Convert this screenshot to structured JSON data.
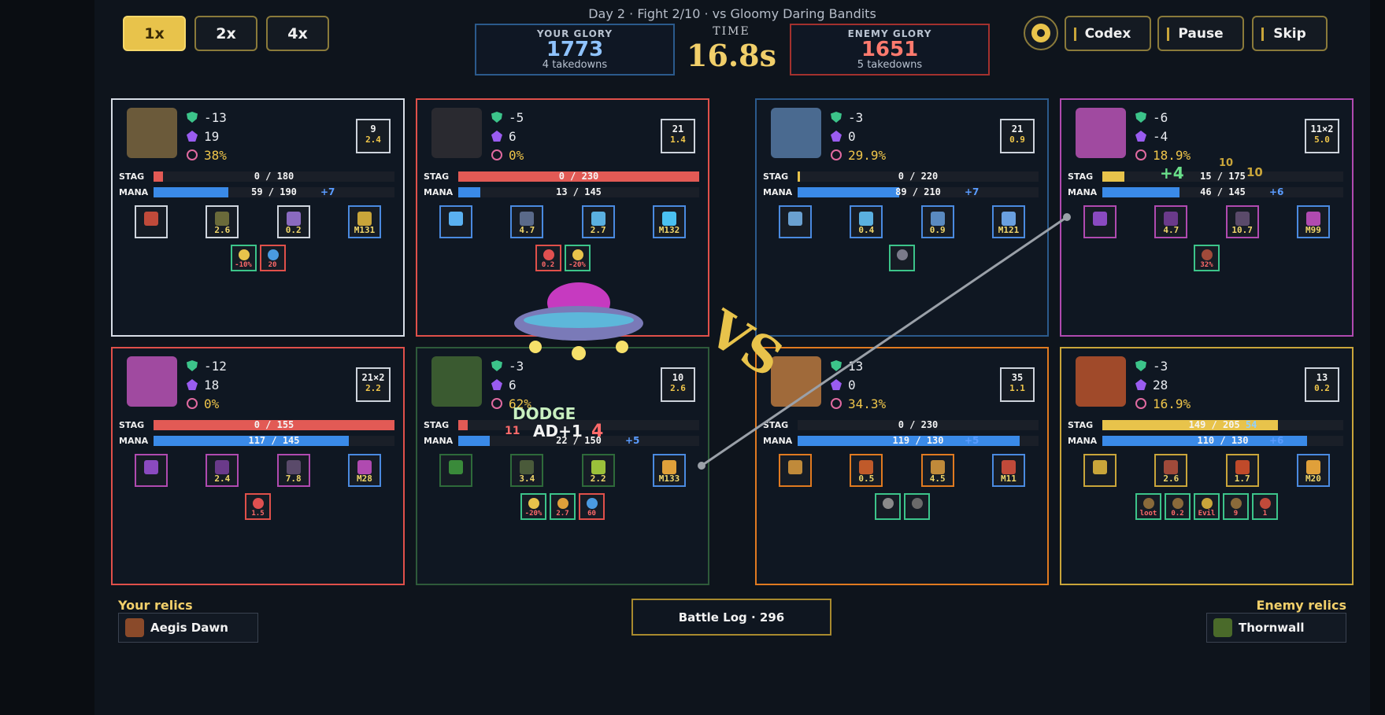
{
  "speed": {
    "options": [
      "1x",
      "2x",
      "4x"
    ],
    "active": "1x"
  },
  "header": {
    "fight_title": "Day 2  ·  Fight 2/10  ·  vs Gloomy Daring Bandits",
    "your_glory": {
      "label": "YOUR GLORY",
      "value": "1773",
      "sub": "4 takedowns"
    },
    "enemy_glory": {
      "label": "ENEMY GLORY",
      "value": "1651",
      "sub": "5 takedowns"
    },
    "time_label": "TIME",
    "time_value": "16.8s",
    "buttons": {
      "codex": "Codex",
      "pause": "Pause",
      "skip": "Skip"
    }
  },
  "units": [
    {
      "id": "ally-1",
      "border": "#d7dde6",
      "portrait": "#6b5a3a",
      "armor": "-13",
      "mr": "19",
      "crit": "38%",
      "weapon_top": "9",
      "weapon_bot": "2.4",
      "stag": {
        "text": "0 / 180",
        "fill": 0.04,
        "color": "#e25a55"
      },
      "mana": {
        "text": "59 / 190",
        "fill": 0.31,
        "regen": "+7"
      },
      "items": [
        {
          "label": "",
          "border": "#cfd5de",
          "glyph": "#c04a3a"
        },
        {
          "label": "2.6",
          "border": "#cfd5de",
          "glyph": "#6a6a3a"
        },
        {
          "label": "0.2",
          "border": "#cfd5de",
          "glyph": "#8a6ac0"
        },
        {
          "label": "M131",
          "border": "#4a8ae0",
          "glyph": "#c9a53a"
        }
      ],
      "buffs": [
        {
          "label": "-10%",
          "cls": "green",
          "glyph": "#e8c34b"
        },
        {
          "label": "20",
          "cls": "red",
          "glyph": "#4a9ae0"
        }
      ]
    },
    {
      "id": "ally-2",
      "border": "#e0504a",
      "portrait": "#2a2a30",
      "armor": "-5",
      "mr": "6",
      "crit": "0%",
      "weapon_top": "21",
      "weapon_bot": "1.4",
      "stag": {
        "text": "0 / 230",
        "fill": 1.0,
        "color": "#e25a55"
      },
      "mana": {
        "text": "13 / 145",
        "fill": 0.09,
        "regen": ""
      },
      "items": [
        {
          "label": "",
          "border": "#4a8ae0",
          "glyph": "#5ab0f0"
        },
        {
          "label": "4.7",
          "border": "#4a8ae0",
          "glyph": "#5a6a8a"
        },
        {
          "label": "2.7",
          "border": "#4a8ae0",
          "glyph": "#5ab0e0"
        },
        {
          "label": "M132",
          "border": "#4a8ae0",
          "glyph": "#4ac0f0"
        }
      ],
      "buffs": [
        {
          "label": "0.2",
          "cls": "red",
          "glyph": "#e05050"
        },
        {
          "label": "-20%",
          "cls": "green",
          "glyph": "#e8c34b"
        }
      ]
    },
    {
      "id": "enemy-1",
      "border": "#2b5a8c",
      "portrait": "#4a6a90",
      "armor": "-3",
      "mr": "0",
      "crit": "29.9%",
      "weapon_top": "21",
      "weapon_bot": "0.9",
      "stag": {
        "text": "0 / 220",
        "fill": 0.01,
        "color": "#e8c34b"
      },
      "mana": {
        "text": "89 / 210",
        "fill": 0.42,
        "regen": "+7"
      },
      "items": [
        {
          "label": "",
          "border": "#4a8ae0",
          "glyph": "#6aa0d0"
        },
        {
          "label": "0.4",
          "border": "#4a8ae0",
          "glyph": "#5ab0e0"
        },
        {
          "label": "0.9",
          "border": "#4a8ae0",
          "glyph": "#5a8ac0"
        },
        {
          "label": "M121",
          "border": "#4a8ae0",
          "glyph": "#6aa0e0"
        }
      ],
      "buffs": [
        {
          "label": "",
          "cls": "green",
          "glyph": "#7a7a8a"
        }
      ]
    },
    {
      "id": "enemy-2",
      "border": "#b04ab0",
      "portrait": "#a04aa0",
      "armor": "-6",
      "mr": "-4",
      "crit": "18.9%",
      "weapon_top": "11×2",
      "weapon_bot": "5.0",
      "stag": {
        "text": "15 / 175",
        "fill": 0.09,
        "color": "#e8c34b"
      },
      "mana": {
        "text": "46 / 145",
        "fill": 0.32,
        "regen": "+6"
      },
      "items": [
        {
          "label": "",
          "border": "#b04ab0",
          "glyph": "#8a4ac0"
        },
        {
          "label": "4.7",
          "border": "#b04ab0",
          "glyph": "#6a3a8a"
        },
        {
          "label": "10.7",
          "border": "#b04ab0",
          "glyph": "#5a4a6a"
        },
        {
          "label": "M99",
          "border": "#4a8ae0",
          "glyph": "#b04ab0"
        }
      ],
      "buffs": [
        {
          "label": "32%",
          "cls": "green",
          "glyph": "#a04a3a"
        }
      ]
    },
    {
      "id": "ally-3",
      "border": "#e0504a",
      "portrait": "#a04aa0",
      "armor": "-12",
      "mr": "18",
      "crit": "0%",
      "weapon_top": "21×2",
      "weapon_bot": "2.2",
      "stag": {
        "text": "0 / 155",
        "fill": 1.0,
        "color": "#e25a55"
      },
      "mana": {
        "text": "117 / 145",
        "fill": 0.81,
        "regen": ""
      },
      "items": [
        {
          "label": "",
          "border": "#b04ab0",
          "glyph": "#8a4ac0"
        },
        {
          "label": "2.4",
          "border": "#b04ab0",
          "glyph": "#6a3a8a"
        },
        {
          "label": "7.8",
          "border": "#b04ab0",
          "glyph": "#5a4a6a"
        },
        {
          "label": "M28",
          "border": "#4a8ae0",
          "glyph": "#b04ab0"
        }
      ],
      "buffs": [
        {
          "label": "1.5",
          "cls": "red",
          "glyph": "#e05050"
        }
      ]
    },
    {
      "id": "ally-4",
      "border": "#2e5a3a",
      "portrait": "#3a5a30",
      "armor": "-3",
      "mr": "6",
      "crit": "62%",
      "weapon_top": "10",
      "weapon_bot": "2.6",
      "stag": {
        "text": "",
        "fill": 0.04,
        "color": "#e25a55"
      },
      "mana": {
        "text": "22 / 150",
        "fill": 0.13,
        "regen": "+5"
      },
      "items": [
        {
          "label": "",
          "border": "#2e6a3a",
          "glyph": "#3a8a3a"
        },
        {
          "label": "3.4",
          "border": "#2e6a3a",
          "glyph": "#4a5a3a"
        },
        {
          "label": "2.2",
          "border": "#2e6a3a",
          "glyph": "#9ac03a"
        },
        {
          "label": "M133",
          "border": "#4a8ae0",
          "glyph": "#e0a03a"
        }
      ],
      "buffs": [
        {
          "label": "-20%",
          "cls": "green",
          "glyph": "#e8c34b"
        },
        {
          "label": "2.7",
          "cls": "green",
          "glyph": "#e0a03a"
        },
        {
          "label": "60",
          "cls": "red",
          "glyph": "#4a9ae0"
        }
      ]
    },
    {
      "id": "enemy-3",
      "border": "#e07a20",
      "portrait": "#a06a3a",
      "armor": "13",
      "mr": "0",
      "crit": "34.3%",
      "weapon_top": "35",
      "weapon_bot": "1.1",
      "stag": {
        "text": "0 / 230",
        "fill": 0.0,
        "color": "#e8c34b"
      },
      "mana": {
        "text": "119 / 130",
        "fill": 0.92,
        "regen": "+5"
      },
      "items": [
        {
          "label": "",
          "border": "#e07a20",
          "glyph": "#c08a3a"
        },
        {
          "label": "0.5",
          "border": "#e07a20",
          "glyph": "#c05a2a"
        },
        {
          "label": "4.5",
          "border": "#e07a20",
          "glyph": "#c08a3a"
        },
        {
          "label": "M11",
          "border": "#4a8ae0",
          "glyph": "#c04a3a"
        }
      ],
      "buffs": [
        {
          "label": "",
          "cls": "green",
          "glyph": "#8a8a8a"
        },
        {
          "label": "",
          "cls": "green",
          "glyph": "#6a6a6a"
        }
      ]
    },
    {
      "id": "enemy-4",
      "border": "#c9a53a",
      "portrait": "#a04a2a",
      "armor": "-3",
      "mr": "28",
      "crit": "16.9%",
      "weapon_top": "13",
      "weapon_bot": "0.2",
      "stag": {
        "text": "149 / 205",
        "fill": 0.73,
        "color": "#e8c34b",
        "shield": "54"
      },
      "mana": {
        "text": "110 / 130",
        "fill": 0.85,
        "regen": "+6"
      },
      "items": [
        {
          "label": "",
          "border": "#c9a53a",
          "glyph": "#c9a53a"
        },
        {
          "label": "2.6",
          "border": "#c9a53a",
          "glyph": "#a04a3a"
        },
        {
          "label": "1.7",
          "border": "#c9a53a",
          "glyph": "#c04a2a"
        },
        {
          "label": "M20",
          "border": "#4a8ae0",
          "glyph": "#e0a03a"
        }
      ],
      "buffs": [
        {
          "label": "loot",
          "cls": "green",
          "glyph": "#8a6a3a"
        },
        {
          "label": "0.2",
          "cls": "green",
          "glyph": "#8a6a3a"
        },
        {
          "label": "Evil",
          "cls": "green",
          "glyph": "#c9a53a"
        },
        {
          "label": "9",
          "cls": "green",
          "glyph": "#8a6a3a"
        },
        {
          "label": "1",
          "cls": "green",
          "glyph": "#c04a3a"
        }
      ]
    }
  ],
  "labels": {
    "stag": "STAG",
    "mana": "MANA"
  },
  "vs": "VS",
  "floating": {
    "dodge": "DODGE",
    "ad": "AD+1",
    "four": "4",
    "plus4": "+4",
    "ten_a": "10",
    "ten_b": "10",
    "eleven": "11"
  },
  "relics": {
    "yours_title": "Your relics",
    "yours": "Aegis Dawn",
    "enemy_title": "Enemy relics",
    "enemy": "Thornwall"
  },
  "battle_log": "Battle Log  ·  296",
  "colors": {
    "accent": "#e8c34b",
    "ally_blue": "#8fc3ff",
    "enemy_red": "#ff7a6e"
  }
}
